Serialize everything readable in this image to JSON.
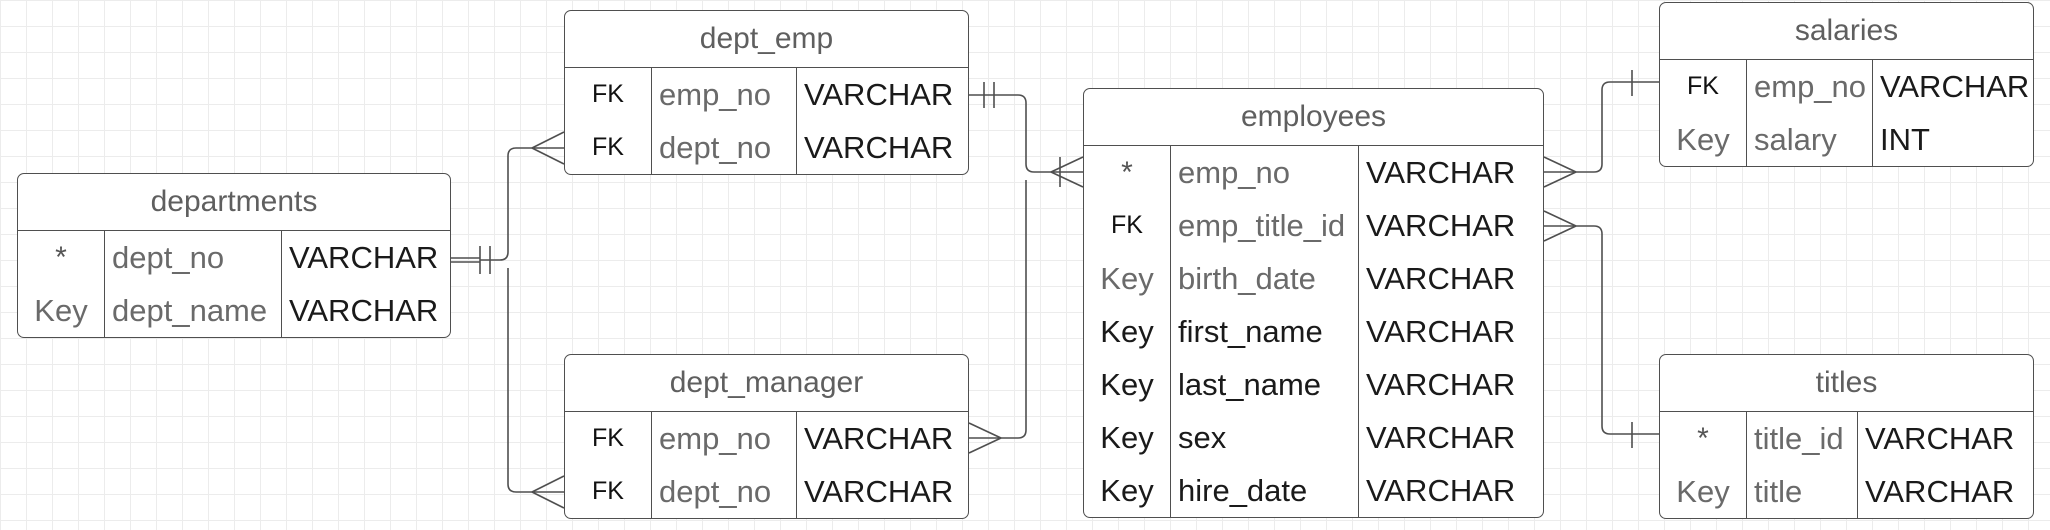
{
  "colors": {
    "line": "#4f4f4f",
    "text_muted": "#6a6a6a",
    "text_dark": "#1a1a1a",
    "grid": "#ececec"
  },
  "entities": {
    "departments": {
      "title": "departments",
      "rows": [
        {
          "key": "*",
          "name": "dept_no",
          "type": "VARCHAR"
        },
        {
          "key": "Key",
          "name": "dept_name",
          "type": "VARCHAR"
        }
      ]
    },
    "dept_emp": {
      "title": "dept_emp",
      "rows": [
        {
          "key": "FK",
          "name": "emp_no",
          "type": "VARCHAR"
        },
        {
          "key": "FK",
          "name": "dept_no",
          "type": "VARCHAR"
        }
      ]
    },
    "dept_manager": {
      "title": "dept_manager",
      "rows": [
        {
          "key": "FK",
          "name": "emp_no",
          "type": "VARCHAR"
        },
        {
          "key": "FK",
          "name": "dept_no",
          "type": "VARCHAR"
        }
      ]
    },
    "employees": {
      "title": "employees",
      "rows": [
        {
          "key": "*",
          "name": "emp_no",
          "type": "VARCHAR"
        },
        {
          "key": "FK",
          "name": "emp_title_id",
          "type": "VARCHAR"
        },
        {
          "key": "Key",
          "name": "birth_date",
          "type": "VARCHAR"
        },
        {
          "key": "Key",
          "name": "first_name",
          "type": "VARCHAR"
        },
        {
          "key": "Key",
          "name": "last_name",
          "type": "VARCHAR"
        },
        {
          "key": "Key",
          "name": "sex",
          "type": "VARCHAR"
        },
        {
          "key": "Key",
          "name": "hire_date",
          "type": "VARCHAR"
        }
      ]
    },
    "salaries": {
      "title": "salaries",
      "rows": [
        {
          "key": "FK",
          "name": "emp_no",
          "type": "VARCHAR"
        },
        {
          "key": "Key",
          "name": "salary",
          "type": "INT"
        }
      ]
    },
    "titles": {
      "title": "titles",
      "rows": [
        {
          "key": "*",
          "name": "title_id",
          "type": "VARCHAR"
        },
        {
          "key": "Key",
          "name": "title",
          "type": "VARCHAR"
        }
      ]
    }
  },
  "relationships": [
    {
      "from": "departments",
      "to": "dept_emp",
      "from_end": "one",
      "to_end": "many"
    },
    {
      "from": "departments",
      "to": "dept_manager",
      "from_end": "one",
      "to_end": "many"
    },
    {
      "from": "dept_emp",
      "to": "employees",
      "from_end": "one",
      "to_end": "one-or-many"
    },
    {
      "from": "dept_manager",
      "to": "employees",
      "from_end": "many",
      "to_end": "one-or-many"
    },
    {
      "from": "employees",
      "to": "salaries",
      "from_end": "many",
      "to_end": "one"
    },
    {
      "from": "employees",
      "to": "titles",
      "from_end": "many",
      "to_end": "one"
    }
  ]
}
